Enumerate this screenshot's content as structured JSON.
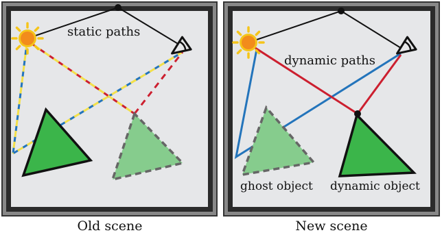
{
  "panels": {
    "left": {
      "caption": "Old scene",
      "annotation": "static paths"
    },
    "right": {
      "caption": "New scene",
      "annotation_paths": "dynamic paths",
      "annotation_ghost": "ghost object",
      "annotation_dynamic": "dynamic object"
    }
  },
  "colors": {
    "background": "#e6e7e9",
    "frame": "#2b2b2b",
    "frame_edge": "#777777",
    "sun_core": "#f28c1c",
    "sun_rays": "#f5c51a",
    "object_green": "#3bb54a",
    "ghost_green": "#86cc8d",
    "path_red": "#cc1f2f",
    "path_blue": "#2374bb",
    "path_yellow": "#f3e04a",
    "path_black": "#111111"
  },
  "icons": {
    "light_source": "sun-icon",
    "receiver": "eye-icon"
  }
}
